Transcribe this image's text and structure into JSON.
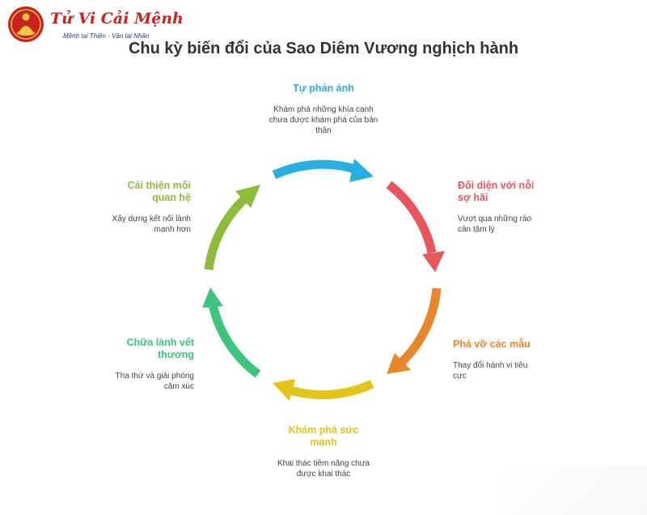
{
  "brand": {
    "name": "Tử Vi Cải Mệnh",
    "tagline": "Mệnh tại Thiên - Vận tại Nhân"
  },
  "diagram": {
    "title": "Chu kỳ biến đổi của Sao Diêm Vương nghịch hành",
    "steps": [
      {
        "title": "Tự phản ánh",
        "desc": "Khám phá những khía cạnh chưa được khám phá của bản thân",
        "color": "#29aee0"
      },
      {
        "title": "Đối diện với nỗi sợ hãi",
        "desc": "Vượt qua những rào cản tâm lý",
        "color": "#e8555a"
      },
      {
        "title": "Phá vỡ các mẫu",
        "desc": "Thay đổi hành vi tiêu cực",
        "color": "#e9862b"
      },
      {
        "title": "Khám phá sức mạnh",
        "desc": "Khai thác tiềm năng chưa được khai thác",
        "color": "#e3c41a"
      },
      {
        "title": "Chữa lành vết thương",
        "desc": "Tha thứ và giải phóng cảm xúc",
        "color": "#3fc47d"
      },
      {
        "title": "Cải thiện mối quan hệ",
        "desc": "Xây dựng kết nối lành mạnh hơn",
        "color": "#8dbb3c"
      }
    ]
  }
}
